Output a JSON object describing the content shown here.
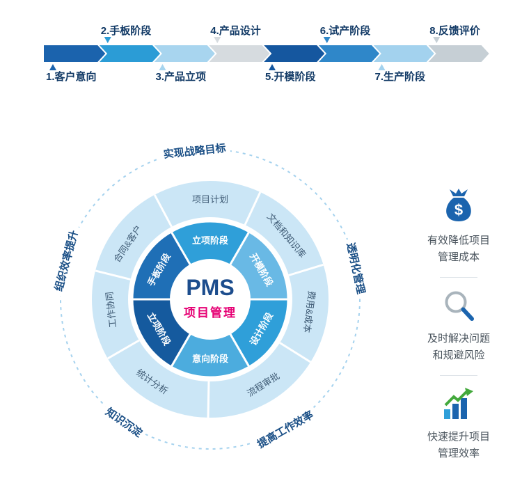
{
  "timeline": {
    "stages": [
      {
        "label": "1.客户意向",
        "color": "#1b63ad",
        "label_position": "bottom"
      },
      {
        "label": "2.手板阶段",
        "color": "#2b9cd6",
        "label_position": "top"
      },
      {
        "label": "3.产品立项",
        "color": "#a8d5ef",
        "label_position": "bottom"
      },
      {
        "label": "4.产品设计",
        "color": "#d6dbdf",
        "label_position": "top"
      },
      {
        "label": "5.开模阶段",
        "color": "#15579f",
        "label_position": "bottom"
      },
      {
        "label": "6.试产阶段",
        "color": "#2f87c9",
        "label_position": "top"
      },
      {
        "label": "7.生产阶段",
        "color": "#a3d2ee",
        "label_position": "bottom"
      },
      {
        "label": "8.反馈评价",
        "color": "#c6cfd5",
        "label_position": "top"
      }
    ]
  },
  "wheel": {
    "center": {
      "title": "PMS",
      "subtitle": "项目管理",
      "title_color": "#1c4d8d",
      "subtitle_color": "#e60074"
    },
    "segments": [
      {
        "label": "立项阶段",
        "color": "#2f9fd9"
      },
      {
        "label": "开模阶段",
        "color": "#69b9e5"
      },
      {
        "label": "设计阶段",
        "color": "#2f9fd9"
      },
      {
        "label": "意向阶段",
        "color": "#4cacde"
      },
      {
        "label": "立项阶段",
        "color": "#155a9e"
      },
      {
        "label": "手板阶段",
        "color": "#1f6fb6"
      }
    ],
    "ring_labels": [
      {
        "label": "项目计划"
      },
      {
        "label": "文档和知识库"
      },
      {
        "label": "费用&成本"
      },
      {
        "label": "流程审批"
      },
      {
        "label": "统计分析"
      },
      {
        "label": "工作协同"
      },
      {
        "label": "合同&客户"
      }
    ],
    "outer_labels": [
      {
        "label": "实现战略目标"
      },
      {
        "label": "透明化管理"
      },
      {
        "label": "组织效率提升"
      },
      {
        "label": "提高工作效率"
      },
      {
        "label": "知识沉淀"
      }
    ]
  },
  "benefits": [
    {
      "icon": "money-bag-icon",
      "line1": "有效降低项目",
      "line2": "管理成本",
      "color": "#1b64ae"
    },
    {
      "icon": "magnifier-icon",
      "line1": "及时解决问题",
      "line2": "和规避风险",
      "color": "#1b64ae"
    },
    {
      "icon": "chart-up-icon",
      "line1": "快速提升项目",
      "line2": "管理效率",
      "color": "#43a93c"
    }
  ]
}
